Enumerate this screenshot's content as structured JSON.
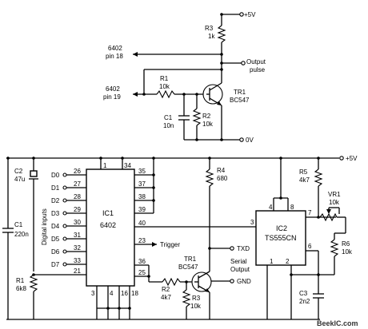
{
  "labels": {
    "vcc_top": "+5V",
    "vcc_mid": "+5V",
    "zero_v": "0V",
    "r3_top_name": "R3",
    "r3_top_val": "1k",
    "pin18_a": "6402",
    "pin18_b": "pin 18",
    "pin19_a": "6402",
    "pin19_b": "pin 19",
    "out_a": "Output",
    "out_b": "pulse",
    "r1_top_name": "R1",
    "r1_top_val": "10k",
    "c1_top_name": "C1",
    "c1_top_val": "10n",
    "r2_top_name": "R2",
    "r2_top_val": "10k",
    "tr1_top_name": "TR1",
    "tr1_top_type": "BC547",
    "c2_name": "C2",
    "c2_val": "47u",
    "c1_name": "C1",
    "c1_val": "220n",
    "r1_name": "R1",
    "r1_val": "6k8",
    "digital_inputs": "Digital inputs",
    "ic1_name": "IC1",
    "ic1_type": "6402",
    "r4_name": "R4",
    "r4_val": "680",
    "trigger": "Trigger",
    "txd": "TXD",
    "serial_a": "Serial",
    "serial_b": "Output",
    "gnd": "GND",
    "tr1_name": "TR1",
    "tr1_type": "BC547",
    "r2_name": "R2",
    "r2_val": "4k7",
    "r3_name": "R3",
    "r3_val": "10k",
    "ic2_name": "IC2",
    "ic2_type": "TS555CN",
    "r5_name": "R5",
    "r5_val": "4k7",
    "vr1_name": "VR1",
    "vr1_val": "10k",
    "r6_name": "R6",
    "r6_val": "10k",
    "c3_name": "C3",
    "c3_val": "2n2",
    "watermark": "BeeklC.com"
  },
  "data_inputs": [
    "D0",
    "D1",
    "D2",
    "D3",
    "D4",
    "D5",
    "D6",
    "D7"
  ],
  "ic1_left_pins": [
    "26",
    "27",
    "28",
    "29",
    "30",
    "31",
    "32",
    "33",
    "21"
  ],
  "ic1_top_pins": [
    "1",
    "34"
  ],
  "ic1_right_pins": [
    "35",
    "37",
    "38",
    "39",
    "40",
    "23",
    "36",
    "25"
  ],
  "ic1_bottom_pins": [
    "3",
    "4",
    "16",
    "18"
  ],
  "ic2_pins": [
    "4",
    "8",
    "7",
    "3",
    "6",
    "1",
    "2"
  ]
}
